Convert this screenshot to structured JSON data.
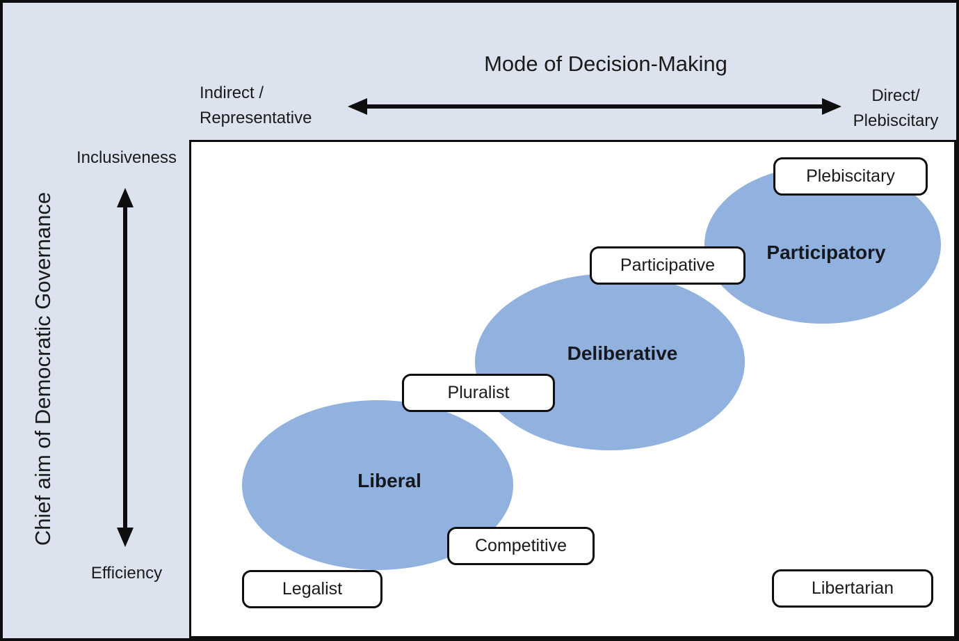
{
  "figure": {
    "title": "Mode of Decision-Making",
    "x_axis": {
      "left_label_lines": [
        "Indirect /",
        "Representative"
      ],
      "right_label_lines": [
        "Direct/",
        "Plebiscitary"
      ]
    },
    "y_axis": {
      "label": "Chief aim of Democratic Governance",
      "top_label": "Inclusiveness",
      "bottom_label": "Efficiency"
    },
    "ellipses": {
      "liberal": "Liberal",
      "deliberative": "Deliberative",
      "participatory": "Participatory"
    },
    "boxes": {
      "plebiscitary": "Plebiscitary",
      "participative": "Participative",
      "pluralist": "Pluralist",
      "competitive": "Competitive",
      "legalist": "Legalist",
      "libertarian": "Libertarian"
    },
    "colors": {
      "margin_background": "#dce3ef",
      "plot_background": "#ffffff",
      "ellipse_fill": "#91b1de",
      "line_and_border": "#0e0e0e",
      "text": "#1a1a1a"
    }
  }
}
